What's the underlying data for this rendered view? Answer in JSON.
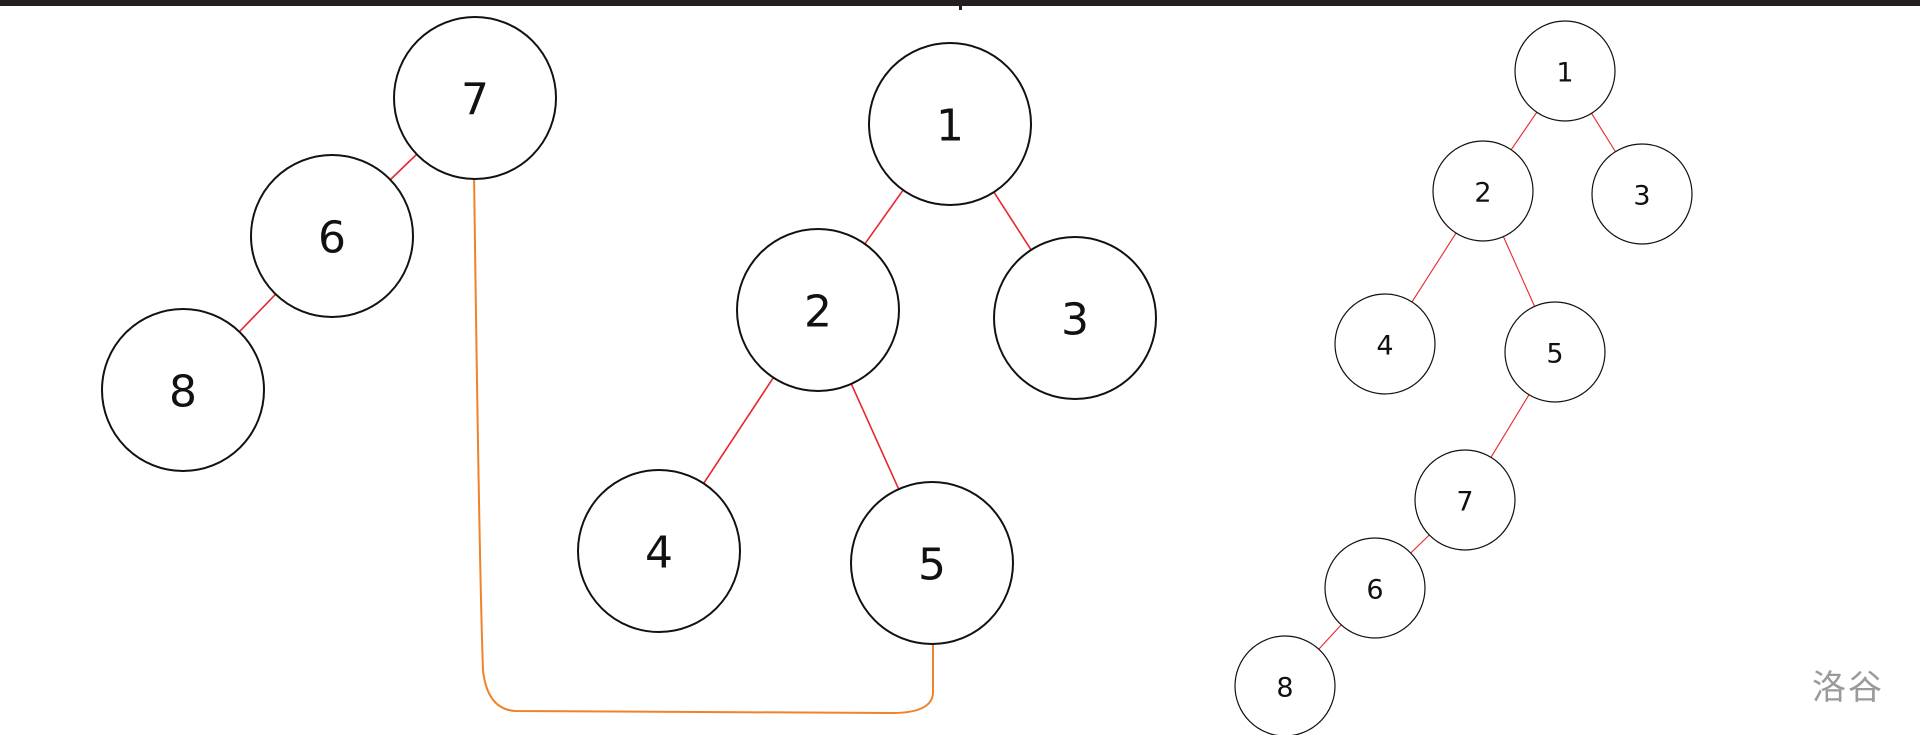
{
  "watermark": "洛谷",
  "colors": {
    "node_stroke": "#111111",
    "edge": "#e8262c",
    "connector": "#f0832a",
    "top_bar": "#231f1e",
    "watermark": "#9a9a9a"
  },
  "trees": {
    "floating_subtree": {
      "nodes": [
        {
          "id": "L7",
          "label": "7"
        },
        {
          "id": "L6",
          "label": "6"
        },
        {
          "id": "L8",
          "label": "8"
        }
      ],
      "edges": [
        [
          "L7",
          "L6"
        ],
        [
          "L6",
          "L8"
        ]
      ]
    },
    "main_tree": {
      "nodes": [
        {
          "id": "M1",
          "label": "1"
        },
        {
          "id": "M2",
          "label": "2"
        },
        {
          "id": "M3",
          "label": "3"
        },
        {
          "id": "M4",
          "label": "4"
        },
        {
          "id": "M5",
          "label": "5"
        }
      ],
      "edges": [
        [
          "M1",
          "M2"
        ],
        [
          "M1",
          "M3"
        ],
        [
          "M2",
          "M4"
        ],
        [
          "M2",
          "M5"
        ]
      ]
    },
    "merged_tree": {
      "nodes": [
        {
          "id": "R1",
          "label": "1"
        },
        {
          "id": "R2",
          "label": "2"
        },
        {
          "id": "R3",
          "label": "3"
        },
        {
          "id": "R4",
          "label": "4"
        },
        {
          "id": "R5",
          "label": "5"
        },
        {
          "id": "R7",
          "label": "7"
        },
        {
          "id": "R6",
          "label": "6"
        },
        {
          "id": "R8",
          "label": "8"
        }
      ],
      "edges": [
        [
          "R1",
          "R2"
        ],
        [
          "R1",
          "R3"
        ],
        [
          "R2",
          "R4"
        ],
        [
          "R2",
          "R5"
        ],
        [
          "R5",
          "R7"
        ],
        [
          "R7",
          "R6"
        ],
        [
          "R6",
          "R8"
        ]
      ]
    }
  },
  "connectors": [
    {
      "from": "L7",
      "to": "M5"
    }
  ]
}
